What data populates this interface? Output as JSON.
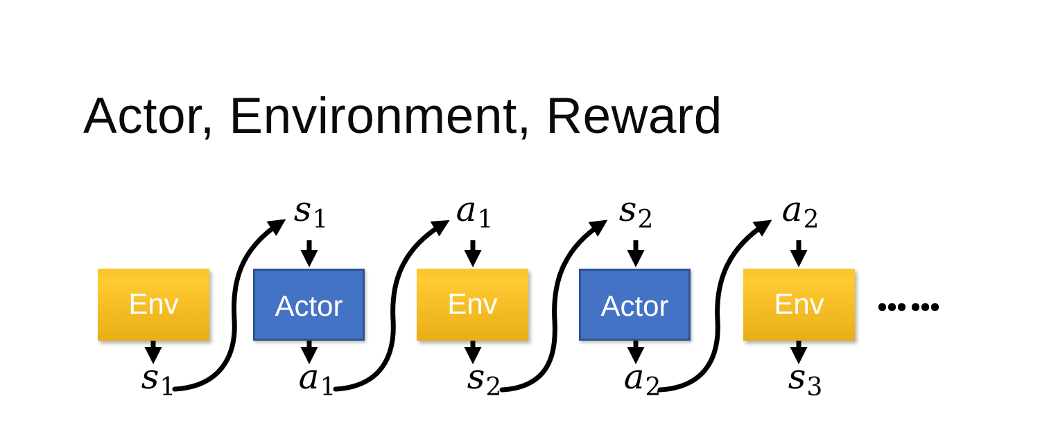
{
  "slide": {
    "title": "Actor, Environment, Reward"
  },
  "diagram": {
    "boxes": [
      {
        "label": "Env"
      },
      {
        "label": "Actor"
      },
      {
        "label": "Env"
      },
      {
        "label": "Actor"
      },
      {
        "label": "Env"
      }
    ],
    "top_labels": [
      {
        "base": "s",
        "sub": "1"
      },
      {
        "base": "a",
        "sub": "1"
      },
      {
        "base": "s",
        "sub": "2"
      },
      {
        "base": "a",
        "sub": "2"
      }
    ],
    "bottom_labels": [
      {
        "base": "s",
        "sub": "1"
      },
      {
        "base": "a",
        "sub": "1"
      },
      {
        "base": "s",
        "sub": "2"
      },
      {
        "base": "a",
        "sub": "2"
      },
      {
        "base": "s",
        "sub": "3"
      }
    ],
    "ellipsis": {
      "glyph": "……",
      "dot_count": 6
    },
    "colors": {
      "env_gradient_top": "#F9C529",
      "env_gradient_bottom": "#E9AE16",
      "actor_fill": "#4472C4",
      "actor_border": "#2F528F",
      "arrow": "#000000",
      "title_text": "#0A0A0A",
      "box_text": "#FFFFFF"
    }
  }
}
